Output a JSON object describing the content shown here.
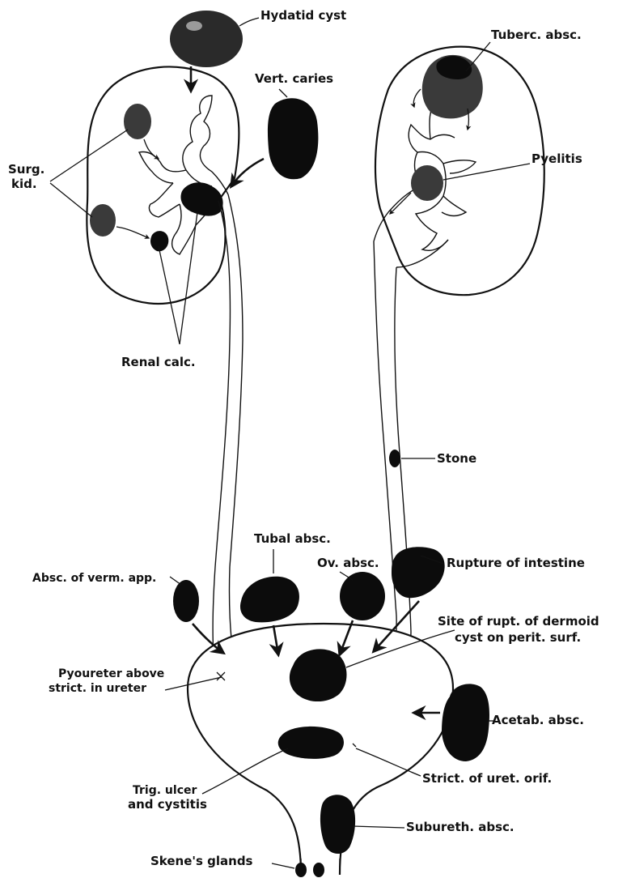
{
  "labels": {
    "hydatid_cyst": "Hydatid cyst",
    "vert_caries": "Vert. caries",
    "surg_kid_1": "Surg.",
    "surg_kid_2": "kid.",
    "renal_calc": "Renal calc.",
    "tuberc_absc": "Tuberc. absc.",
    "pyelitis": "Pyelitis",
    "stone": "Stone",
    "tubal_absc": "Tubal absc.",
    "ov_absc": "Ov. absc.",
    "rupture_intestine": "Rupture of intestine",
    "absc_verm_app": "Absc. of verm. app.",
    "site_rupt_1": "Site of rupt. of dermoid",
    "site_rupt_2": "cyst on perit. surf.",
    "pyoureter_1": "Pyoureter above",
    "pyoureter_2": "strict. in ureter",
    "acetab_absc": "Acetab. absc.",
    "trig_ulcer_1": "Trig. ulcer",
    "trig_ulcer_2": "and cystitis",
    "strict_uret_orif": "Strict. of uret. orif.",
    "subureth_absc": "Subureth. absc.",
    "skenes_glands": "Skene's glands"
  },
  "colors": {
    "ink": "#111111",
    "lesion": "#0c0c0c",
    "lesion_grey": "#3a3a3a",
    "background": "#ffffff"
  }
}
